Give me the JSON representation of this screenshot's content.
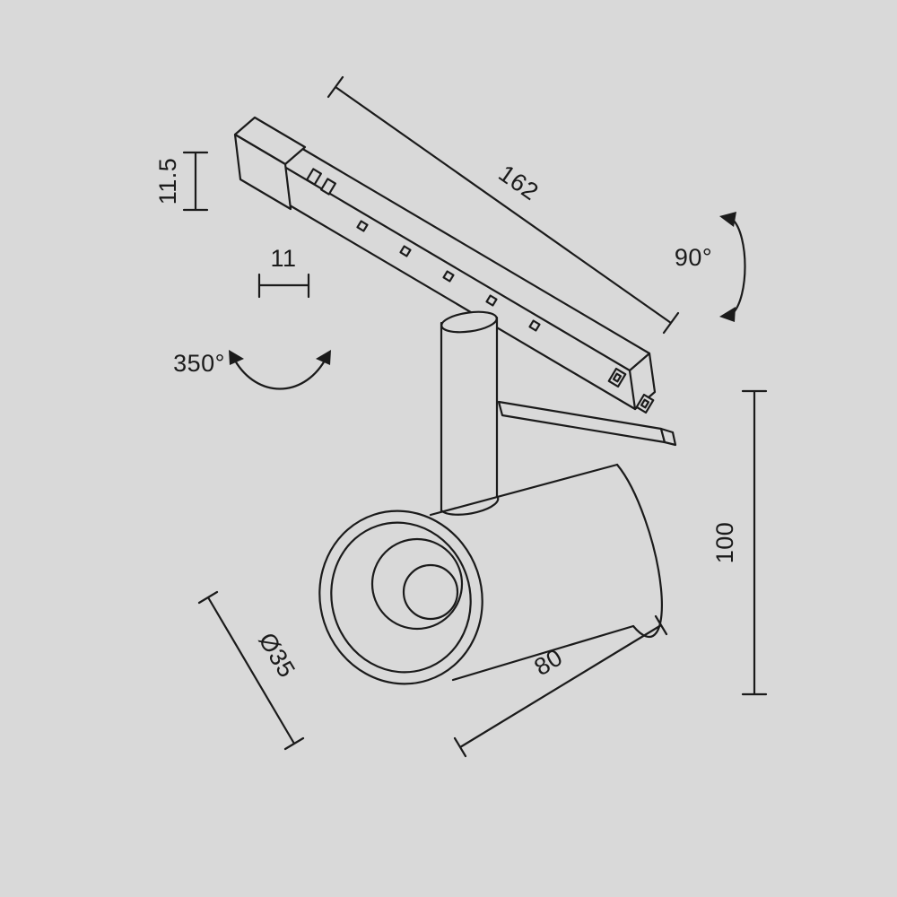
{
  "colors": {
    "background": "#d9d9d9",
    "ink": "#1b1b1b"
  },
  "dimensions": {
    "profile_height": "11.5",
    "track_length": "162",
    "track_width": "11",
    "tilt_angle": "90°",
    "rotation_angle": "350°",
    "fixture_height": "100",
    "head_diameter": "Ø35",
    "head_length": "80"
  }
}
